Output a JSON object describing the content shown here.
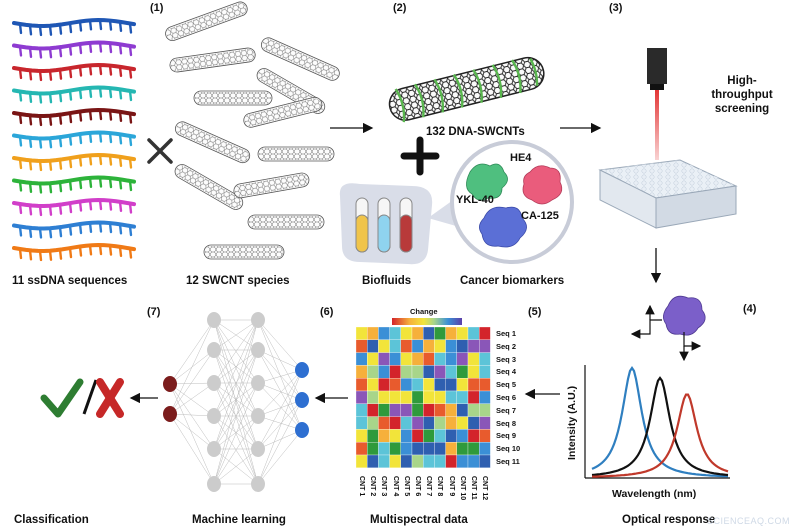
{
  "steps": {
    "s1": "(1)",
    "s2": "(2)",
    "s3": "(3)",
    "s4": "(4)",
    "s5": "(5)",
    "s6": "(6)",
    "s7": "(7)"
  },
  "labels": {
    "ssdna": "11 ssDNA sequences",
    "swcnt": "12 SWCNT species",
    "dna_swcnts": "132 DNA-SWCNTs",
    "hts": [
      "High-",
      "throughput",
      "screening"
    ],
    "biofluids": "Biofluids",
    "cancer_biomarkers": "Cancer biomarkers",
    "classification": "Classification",
    "machine_learning": "Machine learning",
    "multispectral": "Multispectral data",
    "optical_response": "Optical response"
  },
  "biomarkers": [
    "HE4",
    "YKL-40",
    "CA-125"
  ],
  "heatmap": {
    "legend_label": "Change",
    "rows": [
      "Seq 1",
      "Seq 2",
      "Seq 3",
      "Seq 4",
      "Seq 5",
      "Seq 6",
      "Seq 7",
      "Seq 8",
      "Seq 9",
      "Seq 10",
      "Seq 11"
    ],
    "cols": [
      "CNT 1",
      "CNT 2",
      "CNT 3",
      "CNT 4",
      "CNT 5",
      "CNT 6",
      "CNT 7",
      "CNT 8",
      "CNT 9",
      "CNT 10",
      "CNT 11",
      "CNT 12"
    ]
  },
  "spectrum": {
    "ylabel": "Intensity (A.U.)",
    "xlabel": "Wavelength (nm)"
  },
  "watermark": "SCIENCEAQ.COM",
  "colors": {
    "ssdna": [
      "#1f57b5",
      "#8e3bd1",
      "#c8262d",
      "#25b7b2",
      "#7a1515",
      "#2ba6d9",
      "#f0a01c",
      "#2db33a",
      "#d13fc9",
      "#2e7fd3",
      "#f07a16"
    ],
    "heat": [
      "#2f5fb0",
      "#3b8fd6",
      "#5cc4d8",
      "#a8d58a",
      "#f2e43a",
      "#f6b03b",
      "#e85b2d",
      "#d3242b",
      "#2f9a3c",
      "#8a56b8"
    ],
    "check": "#2e7d32",
    "cross": "#c62828",
    "input_node": "#7b1c1c",
    "output_node": "#2e6fd1",
    "hidden_node": "#cccccc"
  }
}
